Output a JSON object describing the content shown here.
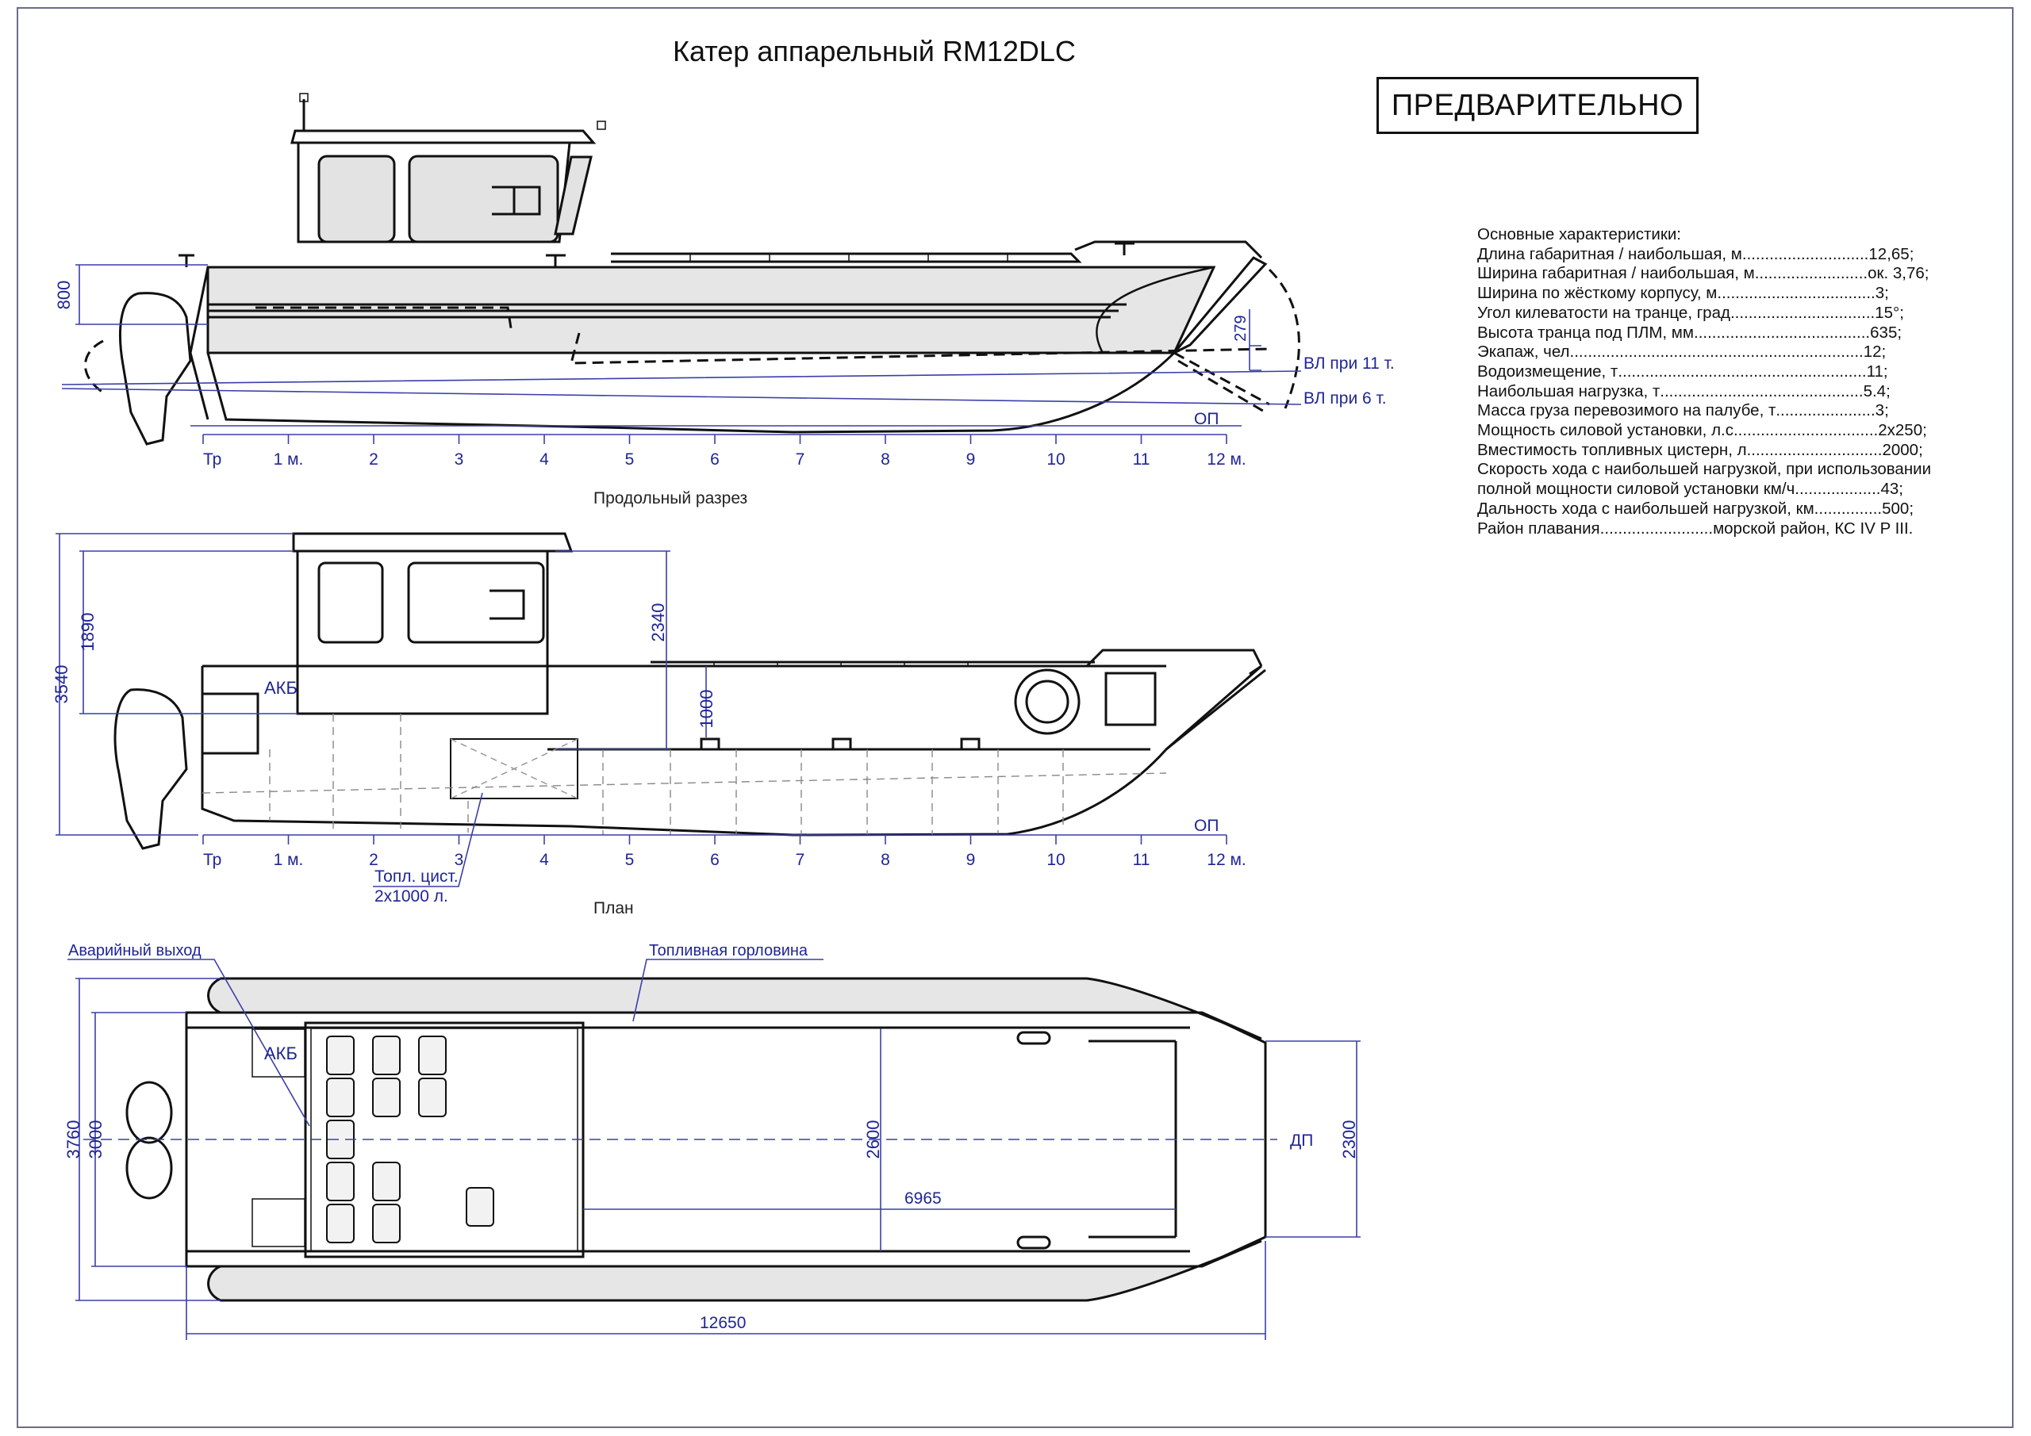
{
  "title": "Катер аппарельный RM12DLC",
  "stamp": "ПРЕДВАРИТЕЛЬНО",
  "specs": {
    "heading": "Основные характеристики:",
    "rows": [
      {
        "label": "Длина габаритная / наибольшая, м",
        "dots": "............................",
        "value": "12,65;"
      },
      {
        "label": "Ширина габаритная / наибольшая, м",
        "dots": ".........................",
        "value": "ок. 3,76;"
      },
      {
        "label": "Ширина по жёсткому корпусу, м",
        "dots": "...................................",
        "value": "3;"
      },
      {
        "label": "Угол килеватости на транце, град",
        "dots": "................................",
        "value": "15°;"
      },
      {
        "label": "Высота транца под ПЛМ, мм ",
        "dots": ".......................................",
        "value": "635;"
      },
      {
        "label": "Экапаж, чел",
        "dots": ".................................................................",
        "value": "12;"
      },
      {
        "label": "Водоизмещение, т ",
        "dots": ".......................................................",
        "value": "11;"
      },
      {
        "label": "Наибольшая нагрузка, т ",
        "dots": ".............................................",
        "value": "5.4;"
      },
      {
        "label": "Масса груза перевозимого на палубе, т",
        "dots": "......................",
        "value": "3;"
      },
      {
        "label": "Мощность силовой установки, л.с",
        "dots": "................................",
        "value": "2x250;"
      },
      {
        "label": "Вместимость топливных цистерн, л",
        "dots": "..............................",
        "value": "2000;"
      },
      {
        "label": "Скорость хода с наибольшей нагрузкой, при использовании",
        "dots": "",
        "value": ""
      },
      {
        "label": "полной мощности силовой установки км/ч",
        "dots": "...................",
        "value": "43;"
      },
      {
        "label": "Дальность хода с наибольшей нагрузкой, км",
        "dots": "...............",
        "value": "500;"
      },
      {
        "label": "Район плавания ",
        "dots": ".........................",
        "value": "морской район, КС IV P III."
      }
    ]
  },
  "views": {
    "side": {
      "caption": "Продольный разрез",
      "dims": {
        "transom_height": "800",
        "bow_draft_diff": "279"
      },
      "waterlines": {
        "wl_full": "ВЛ при 11 т.",
        "wl_light": "ВЛ при 6 т.",
        "baseline": "ОП"
      },
      "scale_ticks": [
        "Тр",
        "1 м.",
        "2",
        "3",
        "4",
        "5",
        "6",
        "7",
        "8",
        "9",
        "10",
        "11",
        "12 м."
      ]
    },
    "section": {
      "caption": "План",
      "dims": {
        "overall_height": "3540",
        "cabin_height": "1890",
        "deck_to_roof": "2340",
        "bulwark": "1000"
      },
      "labels": {
        "battery": "АКБ",
        "fuel_tank": "Топл. цист.",
        "fuel_tank_volume": "2x1000 л.",
        "baseline": "ОП"
      },
      "scale_ticks": [
        "Тр",
        "1 м.",
        "2",
        "3",
        "4",
        "5",
        "6",
        "7",
        "8",
        "9",
        "10",
        "11",
        "12 м."
      ]
    },
    "plan": {
      "labels": {
        "emergency_exit": "Аварийный выход",
        "fuel_filler": "Топливная горловина",
        "battery": "АКБ",
        "centerline": "ДП"
      },
      "dims": {
        "overall_width": "3760",
        "hull_width": "3000",
        "deck_width": "2600",
        "ramp_width": "2300",
        "deck_length": "6965",
        "overall_length": "12650"
      }
    }
  },
  "colors": {
    "ink": "#111111",
    "dimension": "#1f2596",
    "hull_fill": "#e6e6e6",
    "frame": "#6b6b8c"
  }
}
